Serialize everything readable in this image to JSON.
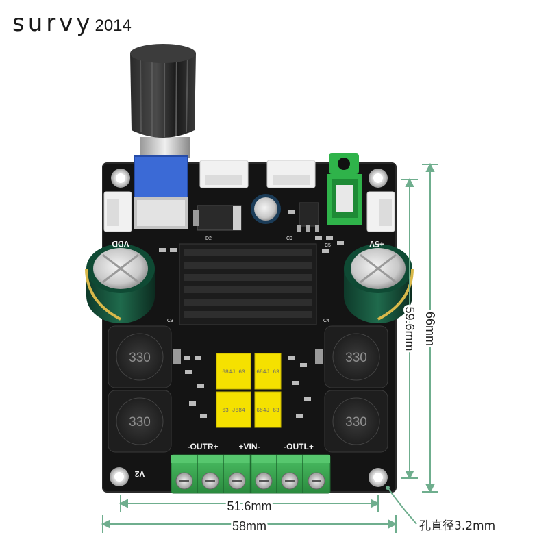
{
  "brand": {
    "logo": "survy",
    "year": "2014"
  },
  "board": {
    "label_left": "VDD",
    "label_right": "+5V",
    "label_bottom_left": "V2",
    "terminal_labels": [
      "-OUTR+",
      "+VIN-",
      "-OUTL+"
    ],
    "parts": {
      "inductor_code": "330",
      "cap_code_a": "684J 63",
      "cap_code_b": "63 J684",
      "d2": "D2",
      "c9": "C9",
      "c3": "C3",
      "c4": "C4",
      "c5": "C5"
    }
  },
  "dimensions": {
    "inner_width": "51.6mm",
    "outer_width": "58mm",
    "inner_height": "59.6mm",
    "outer_height": "66mm",
    "hole_diameter": "孔直径3.2mm"
  },
  "colors": {
    "pcb": "#141414",
    "terminal_green": "#3aa84e",
    "capacitor_yellow": "#f5e100",
    "pot_blue": "#3b6ad6",
    "jack_green": "#2fb34a",
    "dimension_line": "#6fae8e"
  }
}
